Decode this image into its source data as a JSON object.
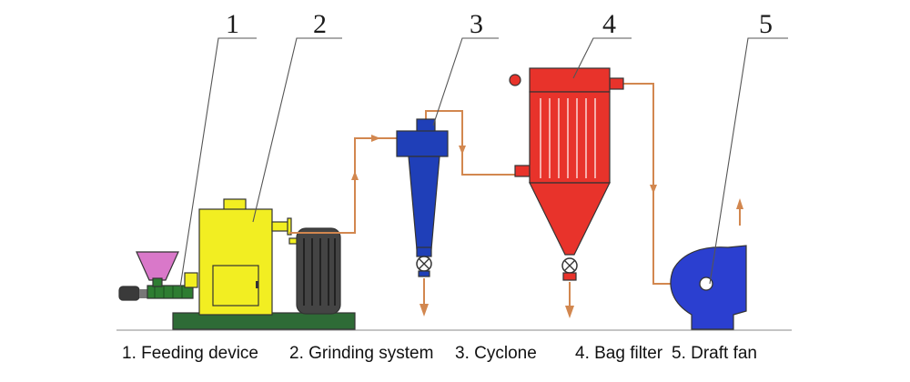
{
  "numbers": [
    "1",
    "2",
    "3",
    "4",
    "5"
  ],
  "captions": [
    "1. Feeding device",
    "2. Grinding system",
    "3. Cyclone",
    "4. Bag filter",
    "5. Draft fan"
  ],
  "colors": {
    "feeder_hopper": "#d978c9",
    "feeder_screw": "#2e7d32",
    "grinder_body": "#f2ee22",
    "motor": "#444444",
    "base": "#2e6b36",
    "cyclone": "#1f3fb8",
    "bag_filter": "#e8332b",
    "draft_fan": "#2b3fd0",
    "pipe": "#d2874f"
  }
}
